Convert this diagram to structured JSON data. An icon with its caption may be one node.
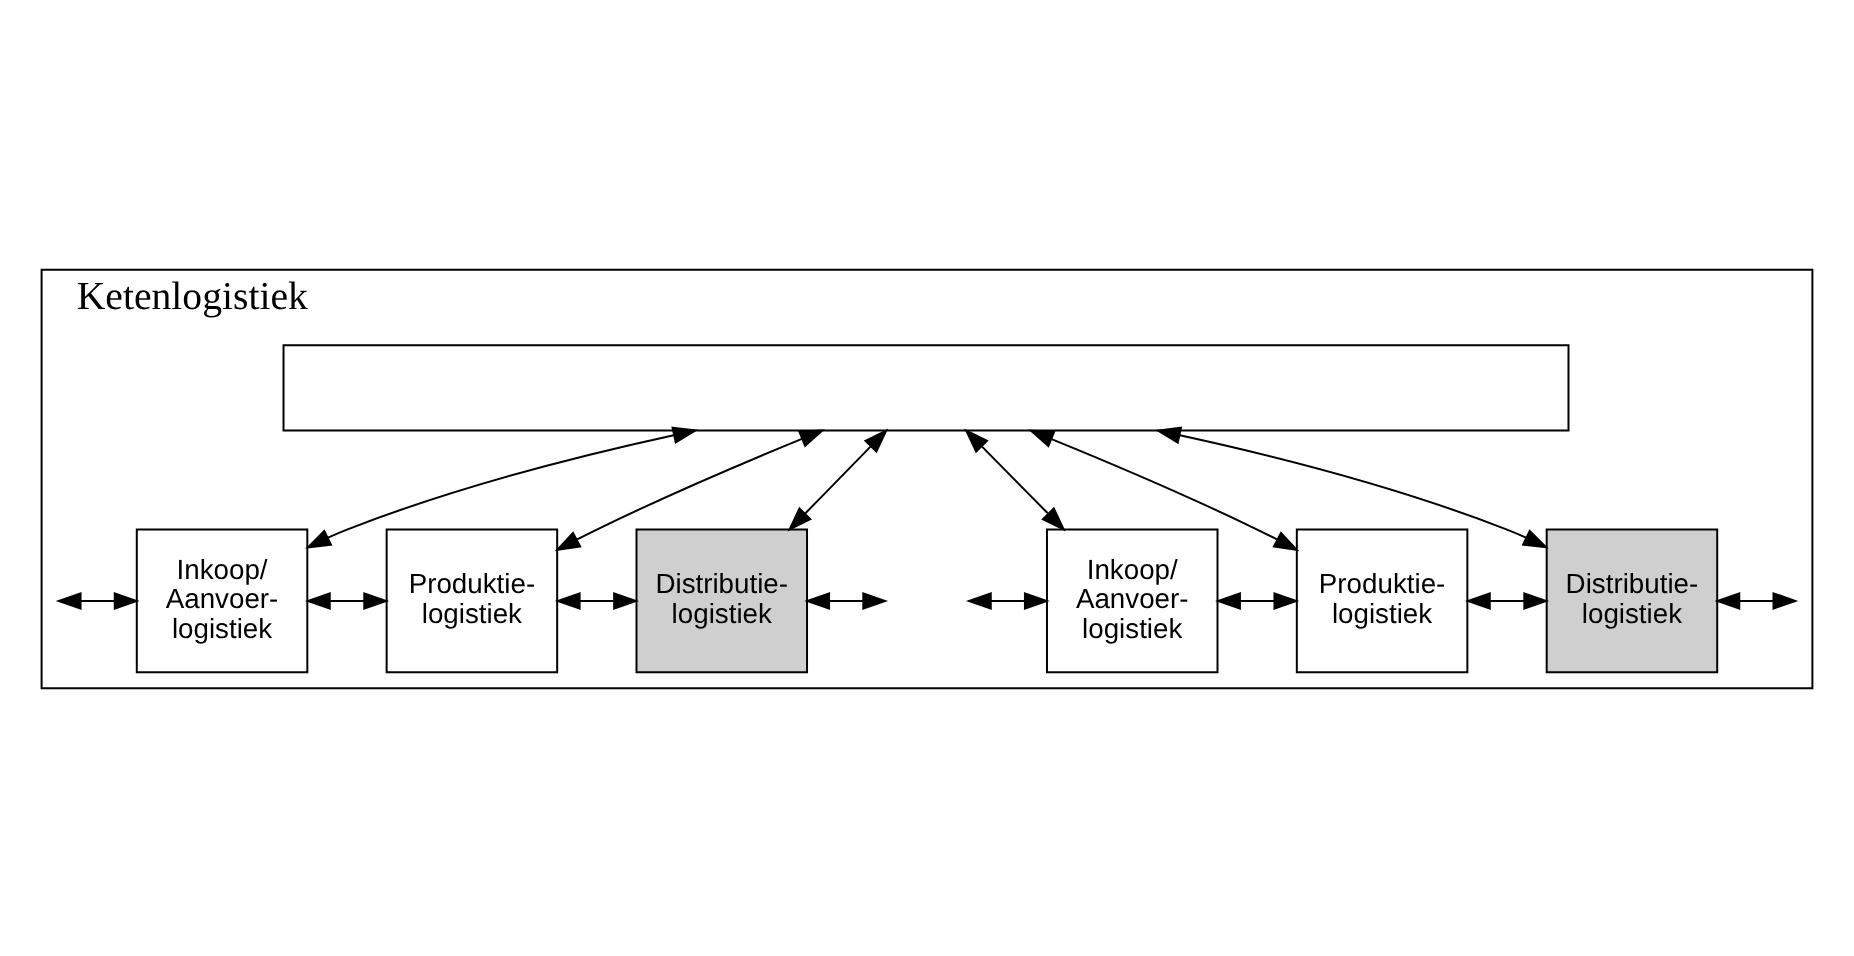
{
  "diagram": {
    "nodes": [
      {
        "text": [
          "Ketenlogistiek"
        ]
      },
      {
        "text": [],
        "shape": "box",
        "in": 0
      },
      {
        "text": [
          "Inkoop/ Aanvoer- logistiek"
        ],
        "in": 0
      },
      {
        "text": [
          "Produktie- logistiek"
        ],
        "in": 0
      },
      {
        "text": [
          "Distributie- logistiek"
        ],
        "in": 0
      },
      {
        "text": [
          "Inkoop/ Aanvoer- logistiek"
        ],
        "in": 0
      },
      {
        "text": [
          "Produktie- logistiek"
        ],
        "in": 0
      },
      {
        "text": [
          "Distributie- logistiek"
        ],
        "in": 0
      }
    ],
    "edges": [
      {
        "from": 1,
        "to": 2,
        "arrow": "both"
      },
      {
        "from": 1,
        "to": 3,
        "arrow": "both"
      },
      {
        "from": 1,
        "to": 4,
        "arrow": "both"
      },
      {
        "from": 1,
        "to": 5,
        "arrow": "both"
      },
      {
        "from": 1,
        "to": 6,
        "arrow": "both"
      },
      {
        "from": 1,
        "to": 7,
        "arrow": "both"
      },
      {
        "from": null,
        "to": 2,
        "arrow": "both"
      },
      {
        "from": 2,
        "to": 3,
        "arrow": "both"
      },
      {
        "from": 3,
        "to": 4,
        "arrow": "both"
      },
      {
        "from": 4,
        "to": null,
        "arrow": "both"
      },
      {
        "from": null,
        "to": 5,
        "arrow": "both"
      },
      {
        "from": 5,
        "to": 6,
        "arrow": "both"
      },
      {
        "from": 6,
        "to": 7,
        "arrow": "both"
      },
      {
        "from": 7,
        "to": null,
        "arrow": "both"
      }
    ]
  }
}
